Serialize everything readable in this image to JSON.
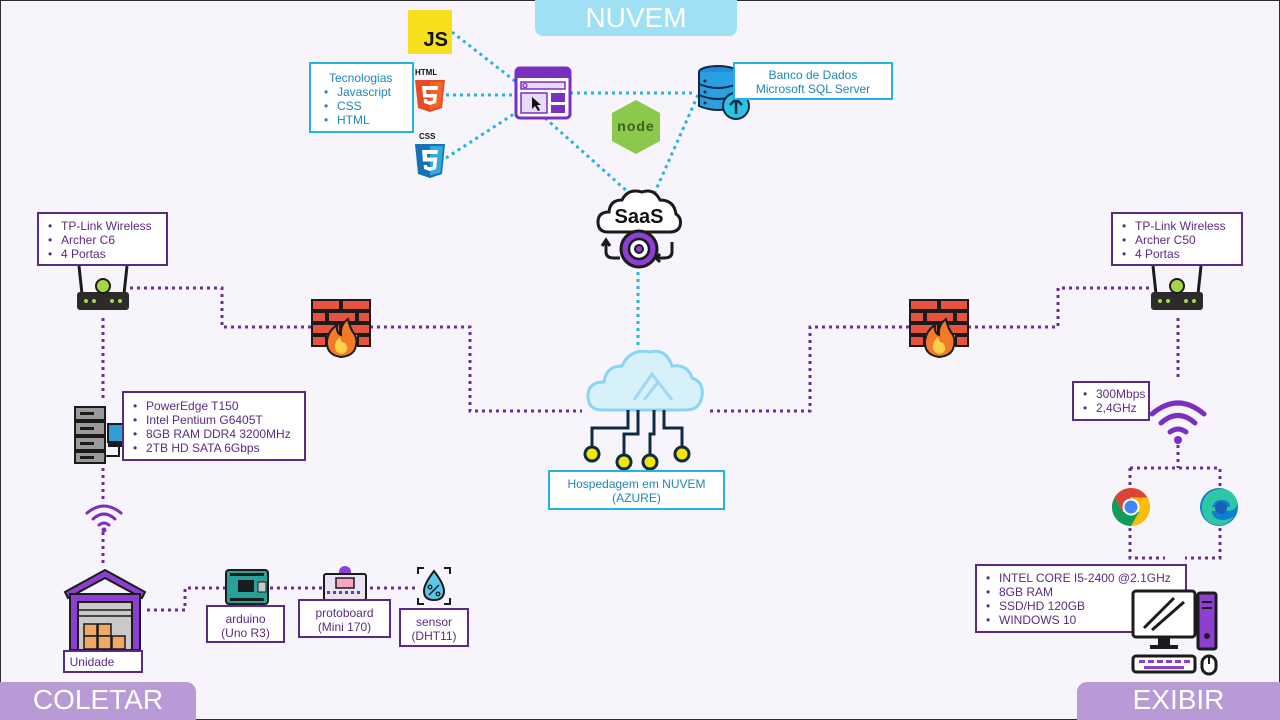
{
  "sections": {
    "nuvem": "NUVEM",
    "coletar": "COLETAR",
    "exibir": "EXIBIR"
  },
  "tecnologias": {
    "title": "Tecnologias",
    "items": [
      "Javascript",
      "CSS",
      "HTML"
    ]
  },
  "banco": {
    "line1": "Banco de Dados",
    "line2": "Microsoft SQL Server"
  },
  "badges": {
    "js": "JS",
    "html": "HTML",
    "css": "CSS",
    "saas": "SaaS",
    "node": "node"
  },
  "router_left": [
    "TP-Link Wireless",
    "Archer C6",
    "4 Portas"
  ],
  "router_right": [
    "TP-Link Wireless",
    "Archer C50",
    "4 Portas"
  ],
  "server": [
    "PowerEdge T150",
    "Intel Pentium G6405T",
    "8GB RAM DDR4 3200MHz",
    "2TB HD SATA 6Gbps"
  ],
  "hosting": {
    "line1": "Hospedagem em NUVEM",
    "line2": "(AZURE)"
  },
  "wifi_right": [
    "300Mbps",
    "2,4GHz"
  ],
  "computer": [
    "INTEL CORE I5-2400 @2.1GHz",
    "8GB RAM",
    "SSD/HD 120GB",
    "WINDOWS 10"
  ],
  "unidade": "Unidade",
  "arduino": {
    "line1": "arduino",
    "line2": "(Uno R3)"
  },
  "protoboard": {
    "line1": "protoboard",
    "line2": "(Mini 170)"
  },
  "sensor": {
    "line1": "sensor",
    "line2": "(DHT11)"
  },
  "colors": {
    "purple": "#5b2a86",
    "cyan": "#22b3e6",
    "tab_purple": "#b89ad6",
    "tab_cyan": "#9fe0f4"
  }
}
